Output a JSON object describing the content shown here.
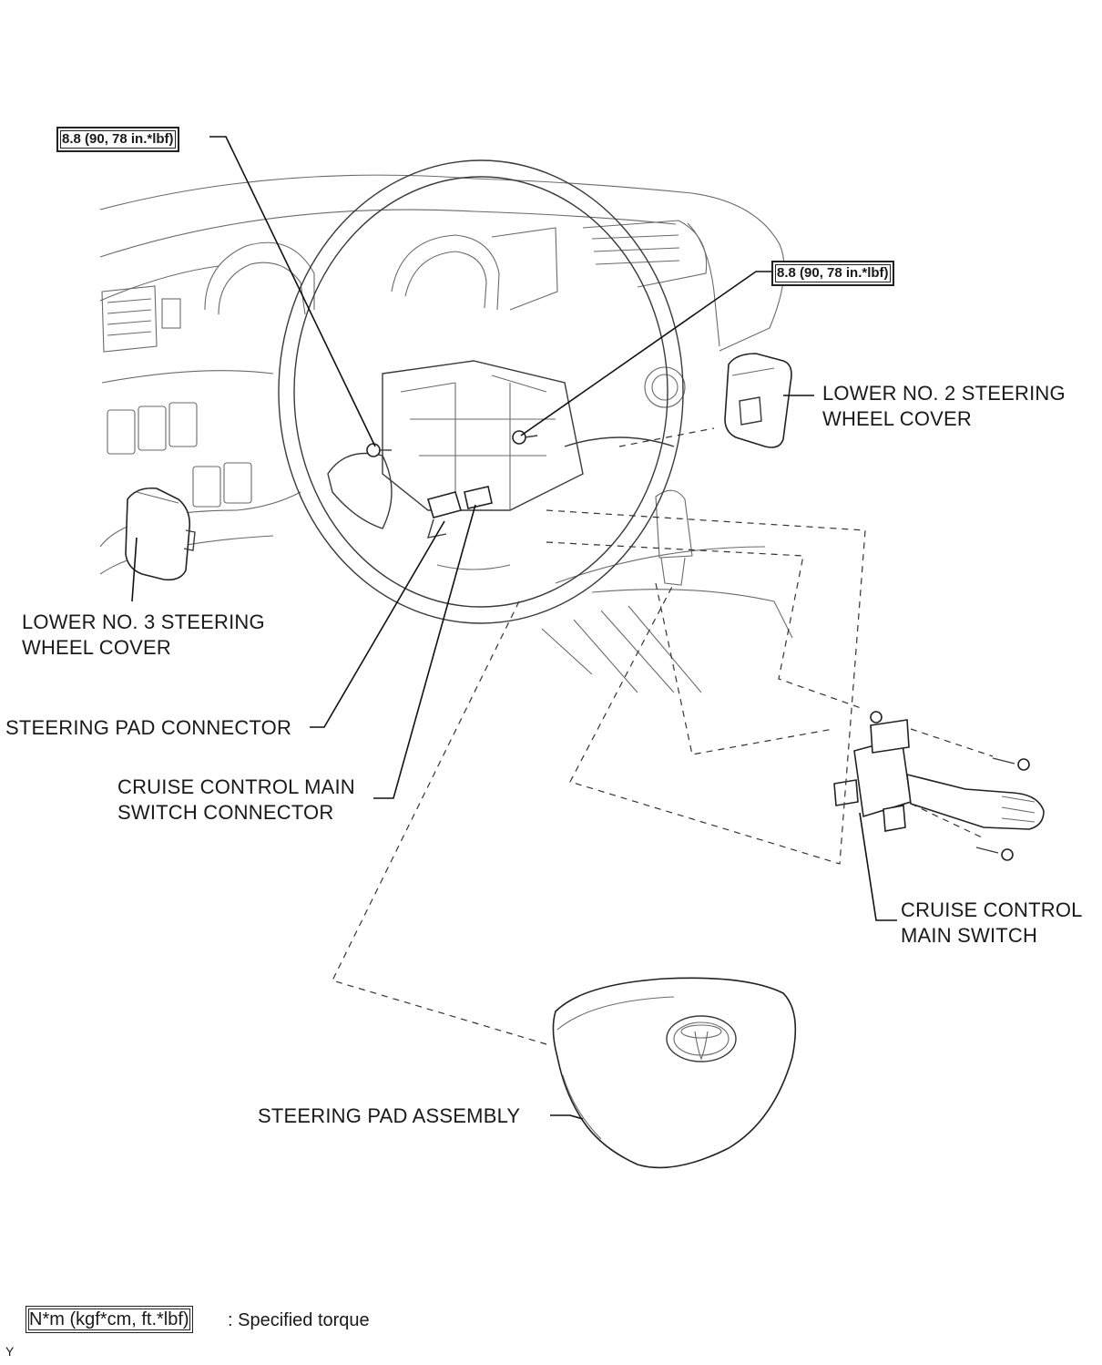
{
  "torque_callouts": {
    "left": "8.8 (90, 78 in.*lbf)",
    "right": "8.8 (90, 78 in.*lbf)"
  },
  "labels": {
    "lower_no2_cover": [
      "LOWER NO. 2 STEERING",
      "WHEEL COVER"
    ],
    "lower_no3_cover": [
      "LOWER NO. 3 STEERING",
      "WHEEL COVER"
    ],
    "steering_pad_connector": "STEERING PAD CONNECTOR",
    "cruise_connector": [
      "CRUISE CONTROL MAIN",
      "SWITCH CONNECTOR"
    ],
    "cruise_switch": [
      "CRUISE CONTROL",
      "MAIN SWITCH"
    ],
    "steering_pad_assembly": "STEERING PAD ASSEMBLY"
  },
  "legend": {
    "unit_box": "N*m (kgf*cm, ft.*lbf)",
    "description": ": Specified torque"
  },
  "figure_code": "Y"
}
